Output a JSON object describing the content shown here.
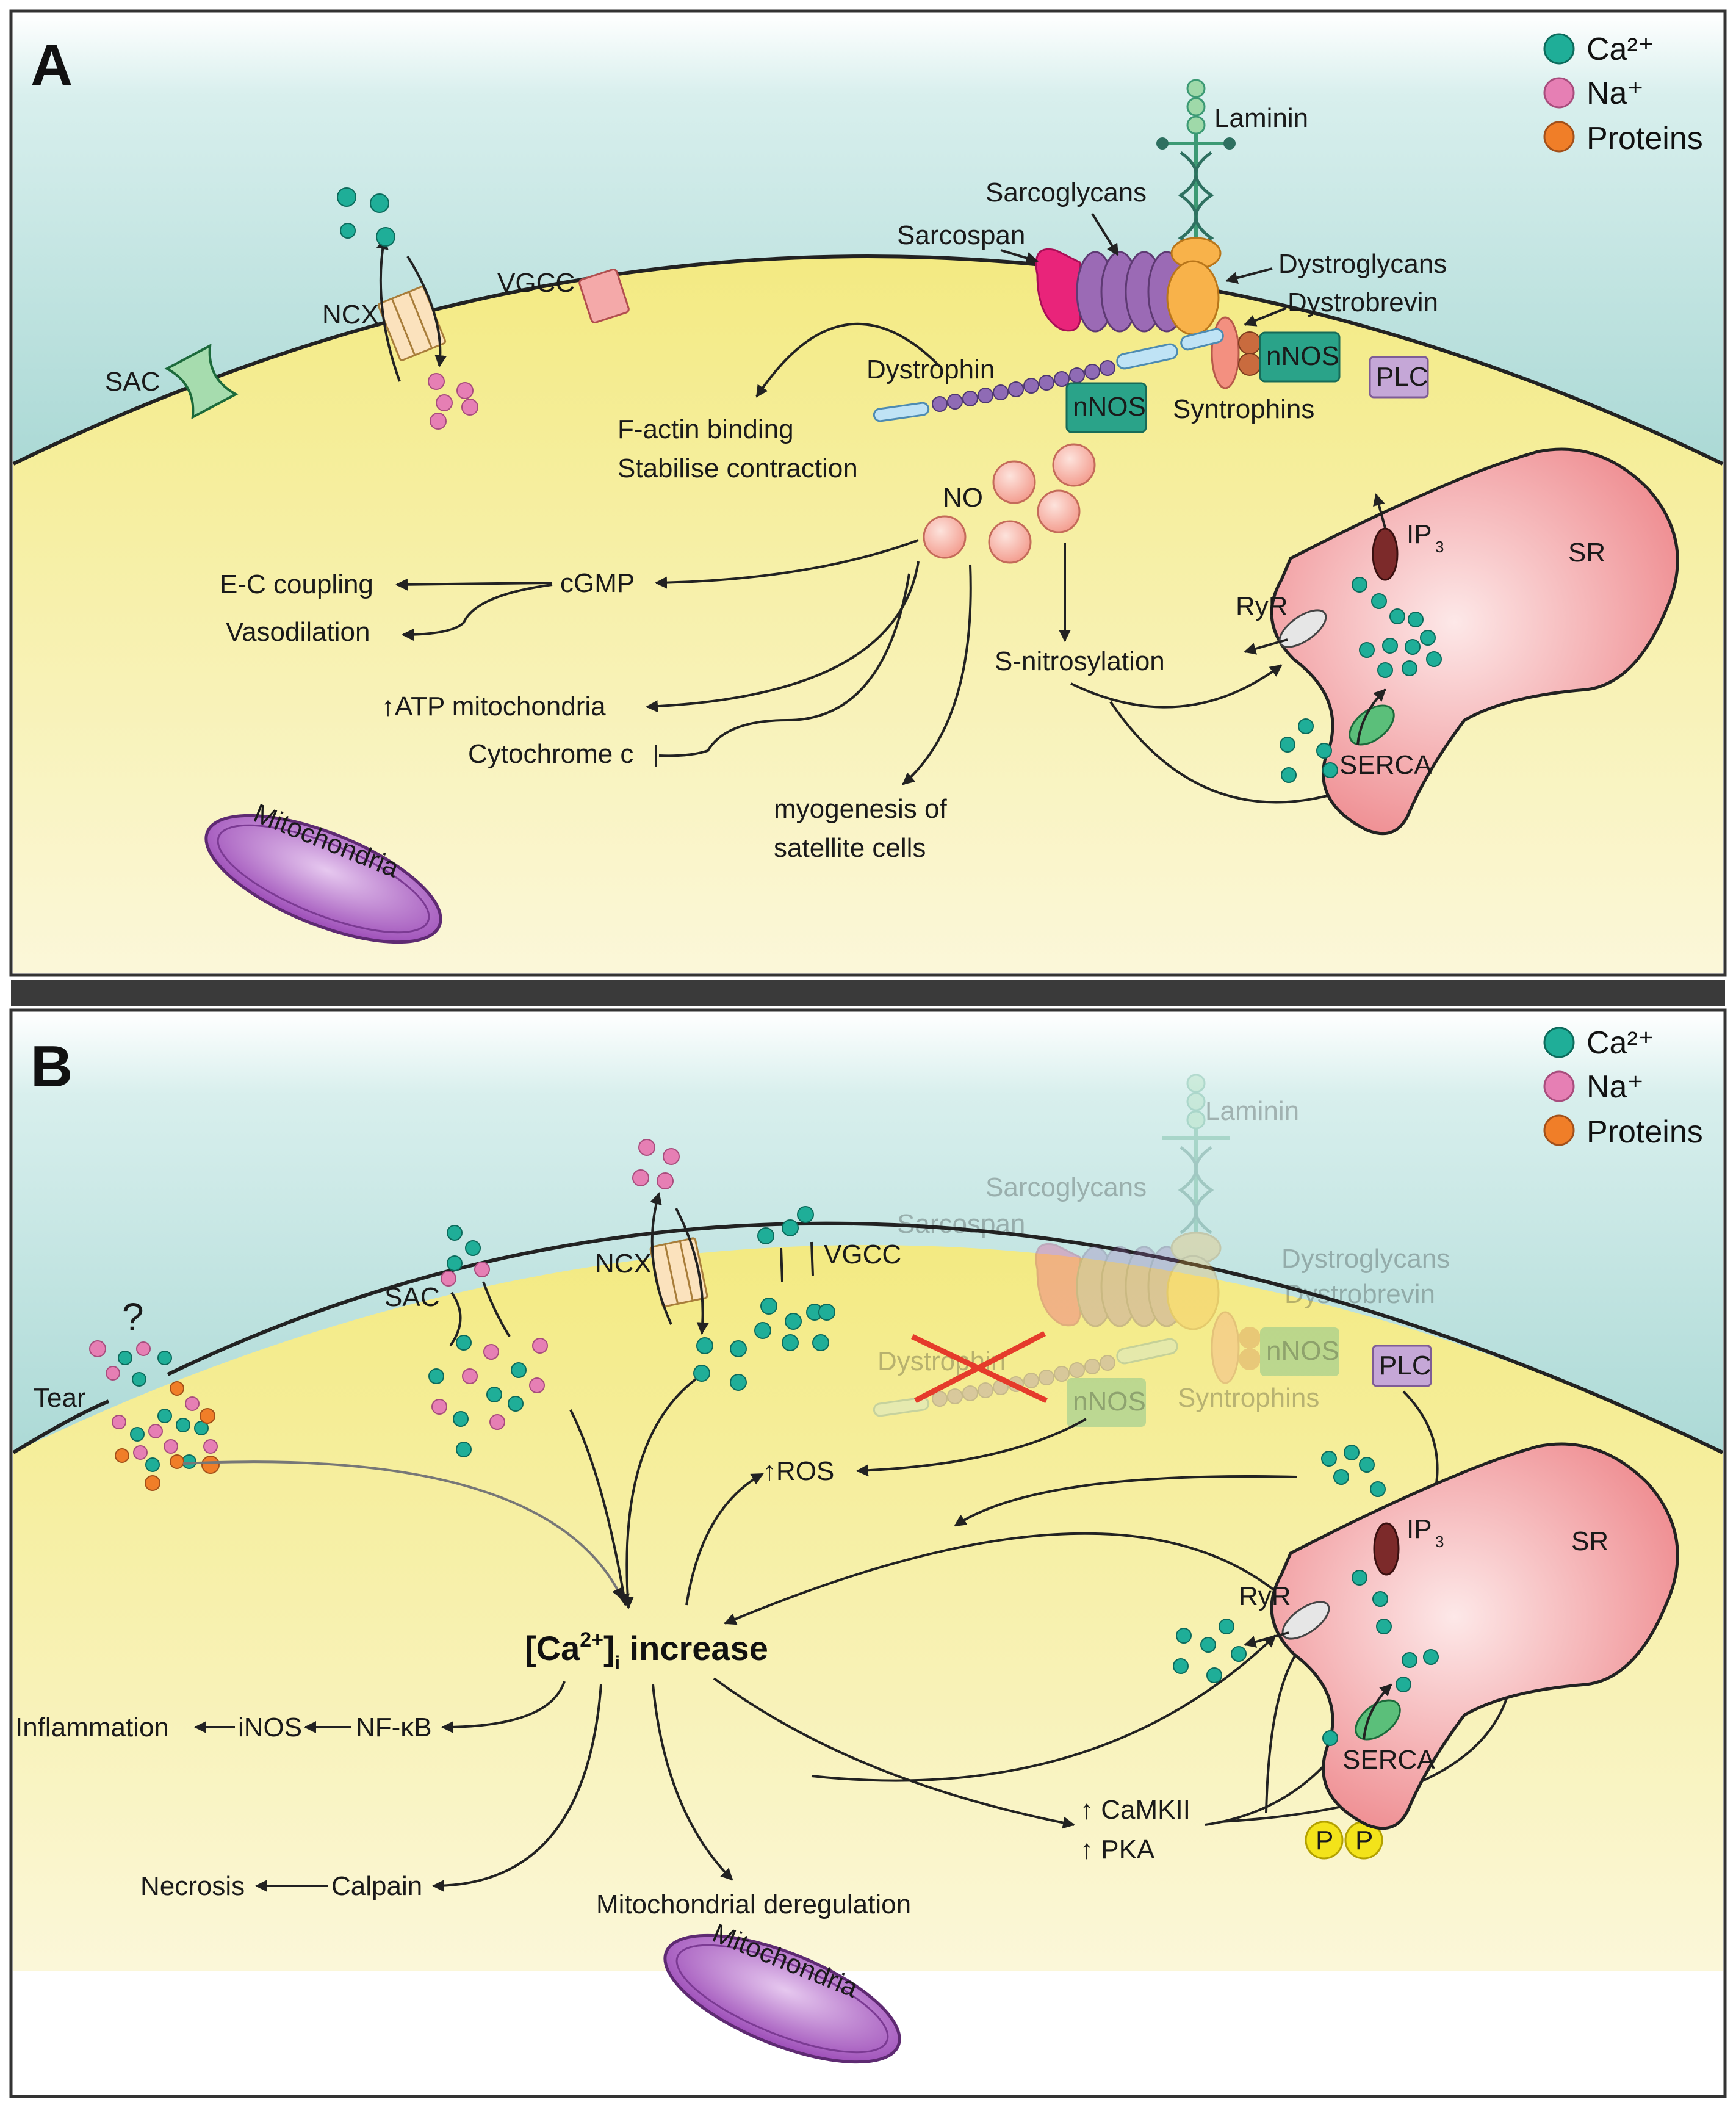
{
  "legend": {
    "ca": "Ca²⁺",
    "na": "Na⁺",
    "proteins": "Proteins",
    "colors": {
      "ca": "#1fae98",
      "na": "#e67fb4",
      "proteins": "#f07e28"
    }
  },
  "colors": {
    "extracellular": "#bfe3e0",
    "cytoplasm": "#f6ef9a",
    "sr": "#f2999b",
    "mitochondria": "#a85cc2",
    "divider": "#3a3a3a"
  },
  "panel_a": {
    "letter": "A",
    "laminin": "Laminin",
    "sarcoglycans": "Sarcoglycans",
    "sarcospan": "Sarcospan",
    "dystroglycans": "Dystroglycans",
    "dystrobrevin": "Dystrobrevin",
    "nnos1": "nNOS",
    "nnos2": "nNOS",
    "plc": "PLC",
    "syntrophins": "Syntrophins",
    "dystrophin": "Dystrophin",
    "vgcc": "VGCC",
    "ncx": "NCX",
    "sac": "SAC",
    "factin1": "F-actin binding",
    "factin2": "Stabilise contraction",
    "no": "NO",
    "cgmp": "cGMP",
    "ec_coupling": "E-C coupling",
    "vasodilation": "Vasodilation",
    "atp_mito": "↑ATP mitochondria",
    "cytochrome": "Cytochrome c",
    "myogenesis1": "myogenesis of",
    "myogenesis2": "satellite cells",
    "s_nitrosylation": "S-nitrosylation",
    "ip3": "IP",
    "ip3_sub": "3",
    "sr": "SR",
    "ryr": "RyR",
    "serca": "SERCA",
    "mitochondria": "Mitochondria"
  },
  "panel_b": {
    "letter": "B",
    "question": "?",
    "tear": "Tear",
    "sac": "SAC",
    "ncx": "NCX",
    "vgcc": "VGCC",
    "laminin": "Laminin",
    "sarcoglycans": "Sarcoglycans",
    "sarcospan": "Sarcospan",
    "dystroglycans": "Dystroglycans",
    "dystrobrevin": "Dystrobrevin",
    "nnos1": "nNOS",
    "nnos2": "nNOS",
    "dystrophin": "Dystrophin",
    "syntrophins": "Syntrophins",
    "plc": "PLC",
    "ros": "↑ROS",
    "ca_pre": "[Ca",
    "ca_sup": "2+",
    "ca_mid": "]",
    "ca_sub": "i",
    "ca_post": " increase",
    "inflammation": "Inflammation",
    "inos": "iNOS",
    "nfkb": "NF-κB",
    "necrosis": "Necrosis",
    "calpain": "Calpain",
    "mito_dereg": "Mitochondrial deregulation",
    "mitochondria": "Mitochondria",
    "camkii": "↑ CaMKII",
    "pka": "↑ PKA",
    "p1": "P",
    "p2": "P",
    "ip3": "IP",
    "ip3_sub": "3",
    "sr": "SR",
    "ryr": "RyR",
    "serca": "SERCA"
  }
}
